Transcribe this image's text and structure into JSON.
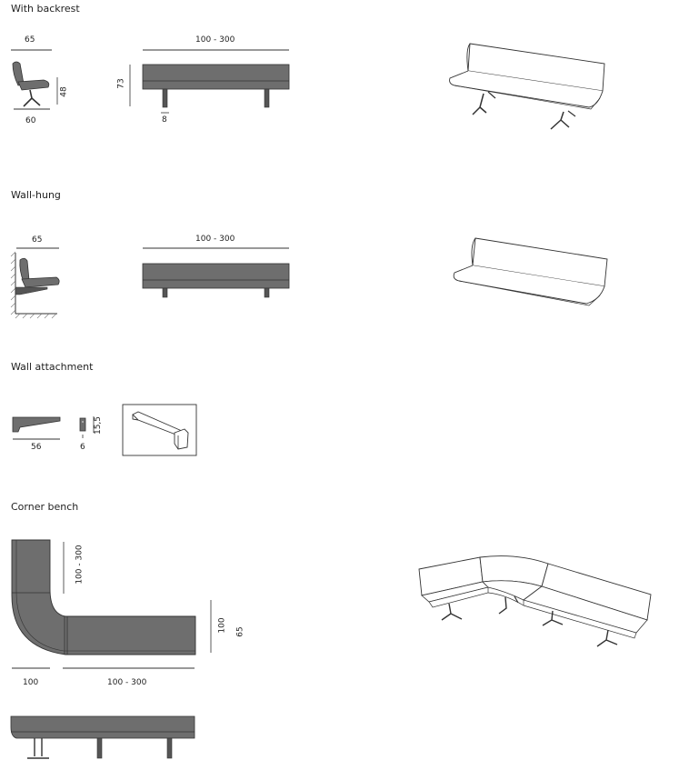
{
  "sections": {
    "backrest": {
      "title": "With backrest",
      "side_depth": "65",
      "side_base": "60",
      "side_seat_height": "48",
      "front_width": "100 - 300",
      "front_height": "73",
      "front_leg": "8"
    },
    "wallhung": {
      "title": "Wall-hung",
      "side_depth": "65",
      "front_width": "100 - 300"
    },
    "attachment": {
      "title": "Wall attachment",
      "bracket_length": "56",
      "bracket_width": "6",
      "bracket_height": "15,5"
    },
    "corner": {
      "title": "Corner bench",
      "leg_length_v": "100 - 300",
      "corner_size": "100",
      "leg_length_h": "100 - 300",
      "depth_outer": "100",
      "depth_inner": "65"
    }
  },
  "colors": {
    "upholstery": "#6e6e6e",
    "line": "#333333",
    "leg": "#555555"
  }
}
